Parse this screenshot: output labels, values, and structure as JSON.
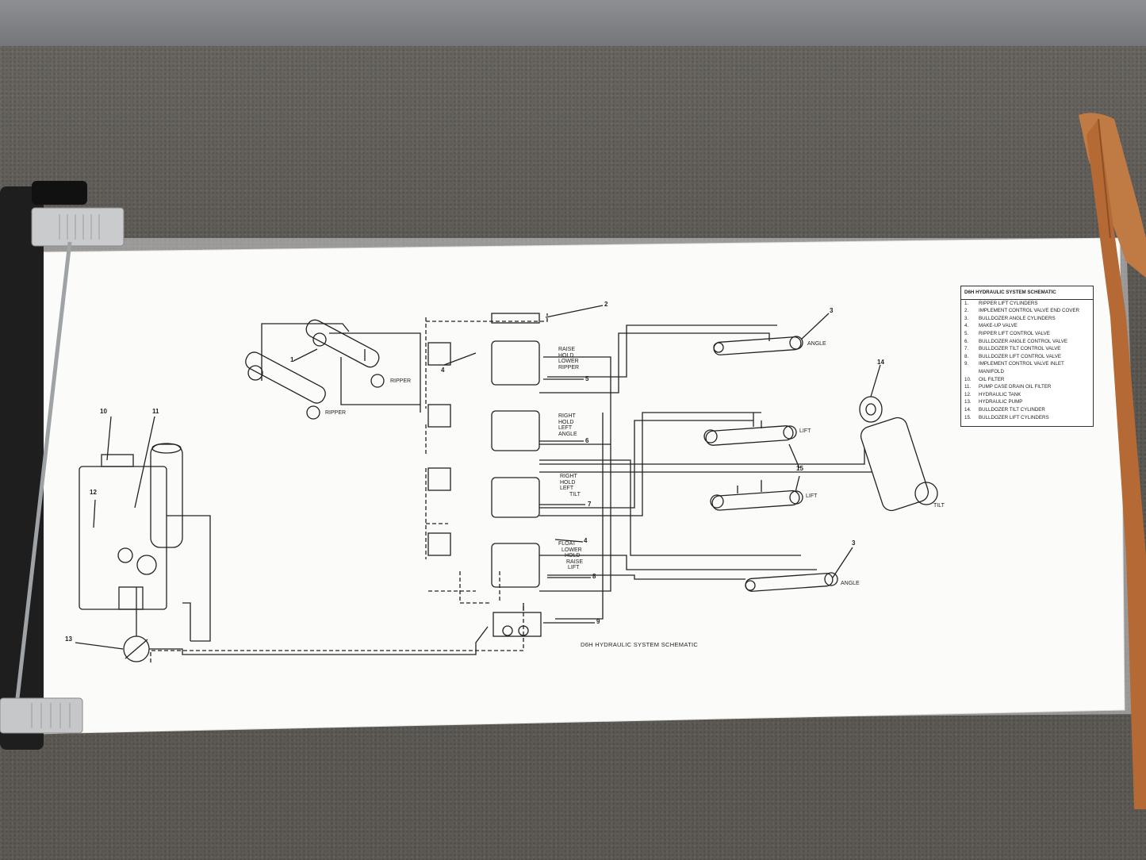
{
  "schematic": {
    "legend_title": "D6H HYDRAULIC SYSTEM SCHEMATIC",
    "legend_items": [
      {
        "num": "1.",
        "text": "RIPPER LIFT CYLINDERS"
      },
      {
        "num": "2.",
        "text": "IMPLEMENT CONTROL VALVE END COVER"
      },
      {
        "num": "3.",
        "text": "BULLDOZER ANGLE CYLINDERS"
      },
      {
        "num": "4.",
        "text": "MAKE-UP VALVE"
      },
      {
        "num": "5.",
        "text": "RIPPER LIFT CONTROL VALVE"
      },
      {
        "num": "6.",
        "text": "BULLDOZER ANGLE CONTROL VALVE"
      },
      {
        "num": "7.",
        "text": "BULLDOZER TILT CONTROL VALVE"
      },
      {
        "num": "8.",
        "text": "BULLDOZER LIFT CONTROL VALVE"
      },
      {
        "num": "9.",
        "text": "IMPLEMENT CONTROL VALVE INLET"
      },
      {
        "num": "",
        "text": "MANIFOLD"
      },
      {
        "num": "10.",
        "text": "OIL FILTER"
      },
      {
        "num": "11.",
        "text": "PUMP CASE DRAIN OIL FILTER"
      },
      {
        "num": "12.",
        "text": "HYDRAULIC TANK"
      },
      {
        "num": "13.",
        "text": "HYDRAULIC PUMP"
      },
      {
        "num": "14.",
        "text": "BULLDOZER TILT CYLINDER"
      },
      {
        "num": "15.",
        "text": "BULLDOZER LIFT CYLINDERS"
      }
    ],
    "caption": "D6H HYDRAULIC SYSTEM SCHEMATIC",
    "labels": {
      "ripper_a": "RIPPER",
      "ripper_b": "RIPPER",
      "angle_top": "ANGLE",
      "angle_bottom": "ANGLE",
      "lift_a": "LIFT",
      "lift_b": "LIFT",
      "tilt": "TILT",
      "v1_a": "RAISE",
      "v1_b": "HOLD",
      "v1_c": "LOWER",
      "v1_d": "RIPPER",
      "v2_a": "RIGHT",
      "v2_b": "HOLD",
      "v2_c": "LEFT",
      "v2_d": "ANGLE",
      "v3_a": "RIGHT",
      "v3_b": "HOLD",
      "v3_c": "LEFT",
      "v3_d": "TILT",
      "v4_a": "FLOAT",
      "v4_b": "LOWER",
      "v4_c": "HOLD",
      "v4_d": "RAISE",
      "v4_e": "LIFT"
    },
    "callouts": {
      "n1": "1",
      "n2": "2",
      "n3a": "3",
      "n3b": "3",
      "n4a": "4",
      "n4b": "4",
      "n5": "5",
      "n6": "6",
      "n7": "7",
      "n8": "8",
      "n9": "9",
      "n10": "10",
      "n11": "11",
      "n12": "12",
      "n13": "13",
      "n14": "14",
      "n15": "15"
    }
  },
  "colors": {
    "carpet": "#5d5a55",
    "paper": "#fbfbf9",
    "ink": "#222222",
    "wood": "#b66a37"
  }
}
